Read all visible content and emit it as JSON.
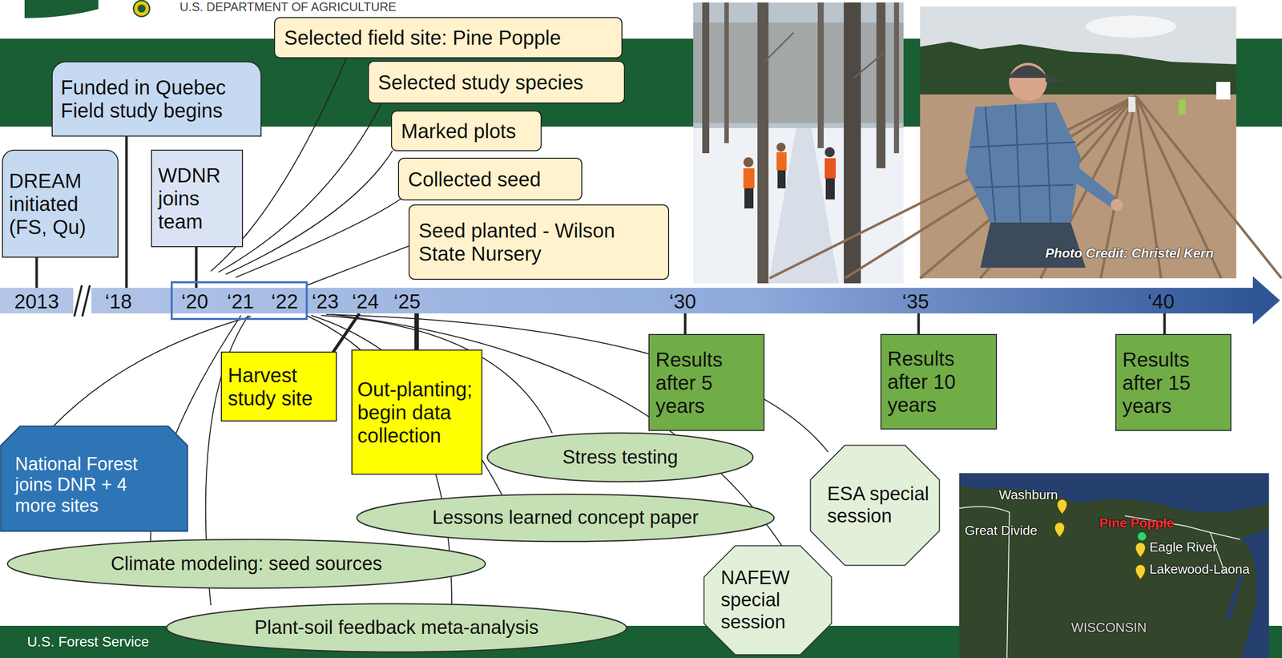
{
  "diagram": {
    "nodes": [
      {
        "text": [
          "Selected field site: Pine Popple"
        ]
      },
      {
        "text": [
          "Selected study species"
        ]
      },
      {
        "text": [
          "Marked plots"
        ]
      },
      {
        "text": [
          "Collected seed"
        ]
      },
      {
        "text": [
          "Seed planted - Wilson State Nursery"
        ]
      },
      {
        "text": [
          "Funded in Quebec Field study begins"
        ]
      },
      {
        "text": [
          "DREAM initiated (FS, Qu)"
        ]
      },
      {
        "text": [
          "WDNR joins team"
        ]
      },
      {
        "text": [
          "Harvest study site"
        ]
      },
      {
        "text": [
          "Out-planting; begin data collection"
        ]
      },
      {
        "text": [
          "Results after 5 years"
        ]
      },
      {
        "text": [
          "Results after 10 years"
        ]
      },
      {
        "text": [
          "Results after 15 years"
        ]
      },
      {
        "text": [
          "National Forest joins DNR + 4 more sites"
        ]
      },
      {
        "text": [
          "Stress testing"
        ]
      },
      {
        "text": [
          "Lessons learned concept paper"
        ]
      },
      {
        "text": [
          "Climate modeling: seed sources"
        ]
      },
      {
        "text": [
          "Plant-soil feedback meta-analysis"
        ]
      },
      {
        "text": [
          "ESA special session"
        ]
      },
      {
        "text": [
          "NAFEW special session"
        ]
      }
    ],
    "labels": [
      "U.S. DEPARTMENT OF AGRICULTURE",
      "2013",
      "‘18",
      "‘20",
      "‘21",
      "‘22",
      "‘23",
      "‘24",
      "‘25",
      "‘30",
      "‘35",
      "‘40",
      "Photo Credit: Christel Kern",
      "Washburn",
      "Great Divide",
      "Pine Popple",
      "Eagle River",
      "Lakewood-Laona",
      "WISCONSIN",
      "U.S. Forest Service"
    ]
  }
}
